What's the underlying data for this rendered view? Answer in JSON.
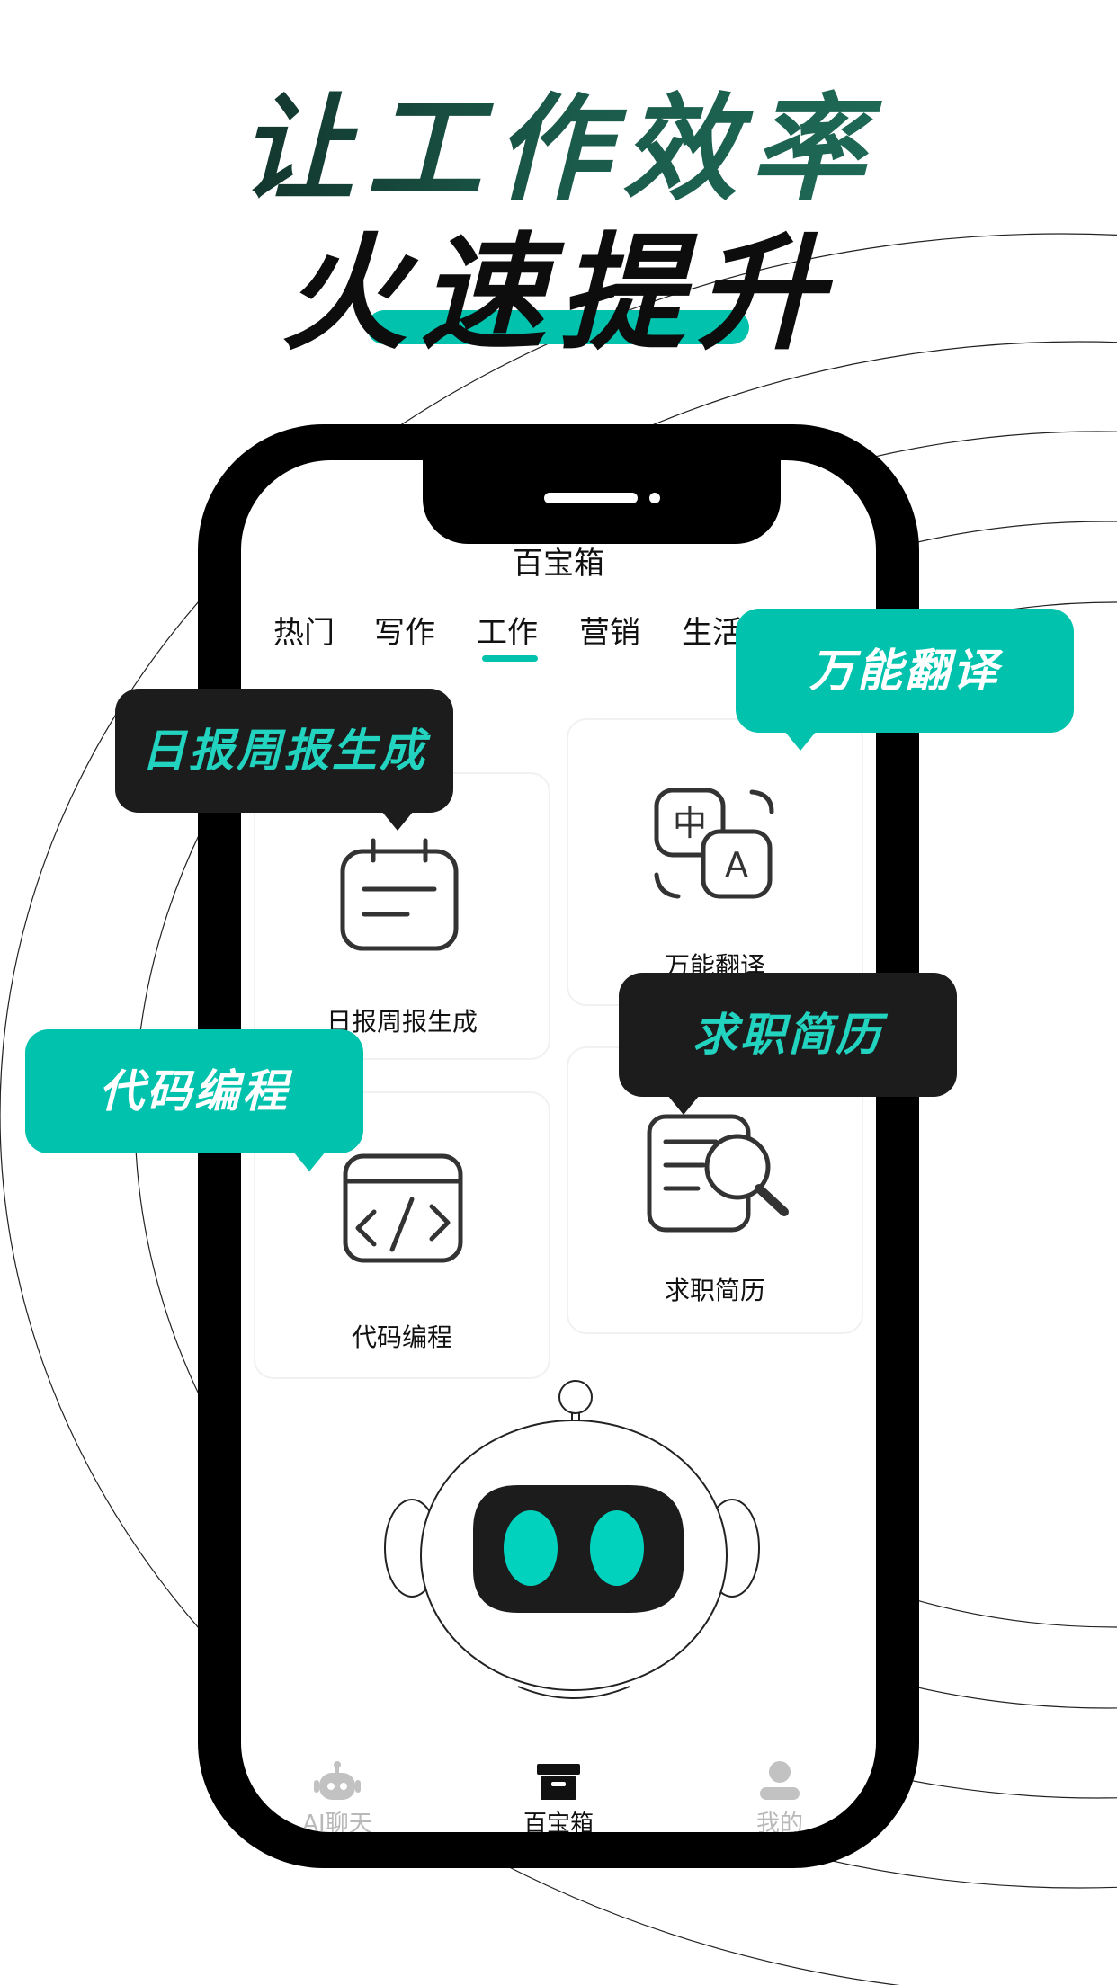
{
  "headline": {
    "line1": "让工作效率",
    "line2": "火速提升"
  },
  "colors": {
    "accent": "#00c2ad",
    "dark": "#1c1c1c",
    "robot_eye": "#00d2be"
  },
  "screen": {
    "title": "百宝箱",
    "tabs": [
      {
        "label": "热门",
        "active": false
      },
      {
        "label": "写作",
        "active": false
      },
      {
        "label": "工作",
        "active": true
      },
      {
        "label": "营销",
        "active": false
      },
      {
        "label": "生活",
        "active": false
      }
    ],
    "cards": [
      {
        "label": "日报周报生成",
        "icon": "calendar-icon"
      },
      {
        "label": "万能翻译",
        "icon": "translate-icon"
      },
      {
        "label": "代码编程",
        "icon": "code-icon"
      },
      {
        "label": "求职简历",
        "icon": "resume-search-icon"
      }
    ],
    "nav": [
      {
        "label": "AI聊天",
        "icon": "robot-icon",
        "active": false
      },
      {
        "label": "百宝箱",
        "icon": "box-icon",
        "active": true
      },
      {
        "label": "我的",
        "icon": "user-icon",
        "active": false
      }
    ]
  },
  "callouts": {
    "daily_report": "日报周报生成",
    "translate": "万能翻译",
    "code": "代码编程",
    "resume": "求职简历"
  }
}
